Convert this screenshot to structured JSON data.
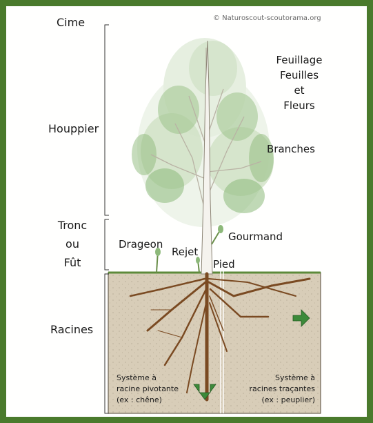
{
  "credit": "© Naturoscout-scoutorama.org",
  "left_labels": {
    "cime": "Cime",
    "houppier": "Houppier",
    "tronc_1": "Tronc",
    "tronc_2": "ou",
    "tronc_3": "Fût",
    "racines": "Racines"
  },
  "right_labels": {
    "foliage_1": "Feuillage",
    "foliage_2": "Feuilles",
    "foliage_3": "et",
    "foliage_4": "Fleurs",
    "branches": "Branches",
    "gourmand": "Gourmand",
    "drageon": "Drageon",
    "rejet": "Rejet",
    "pied": "Pied"
  },
  "root_systems": {
    "pivotante_1": "Système à",
    "pivotante_2": "racine pivotante",
    "pivotante_3": "(ex : chêne)",
    "tracantes_1": "Système à",
    "tracantes_2": "racines traçantes",
    "tracantes_3": "(ex : peuplier)"
  },
  "colors": {
    "frame": "#4a7a2c",
    "soil": "#d8cdb8",
    "roots": "#7a4a22",
    "foliage": "#7fae68",
    "arrow": "#3c8a3a"
  }
}
